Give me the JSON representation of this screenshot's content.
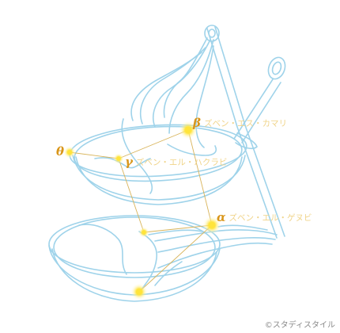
{
  "stars": {
    "beta": {
      "greek": "β",
      "name": "ズベン・エス・カマリ"
    },
    "gamma": {
      "greek": "γ",
      "name": "ズベン・エル・ハクラビ"
    },
    "alpha": {
      "greek": "α",
      "name": "ズベン・エル・ゲヌビ"
    },
    "theta": {
      "greek": "θ",
      "name": ""
    }
  },
  "credit": "©スタディスタイル",
  "colors": {
    "outline": "#9fd3ea",
    "lines": "#d8b45a",
    "star": "#ffe43a",
    "greek": "#d9961a",
    "name": "#f0d48a"
  },
  "icons": {
    "scales": "balance-scale-illustration",
    "stars": "glowing-star-dot"
  }
}
